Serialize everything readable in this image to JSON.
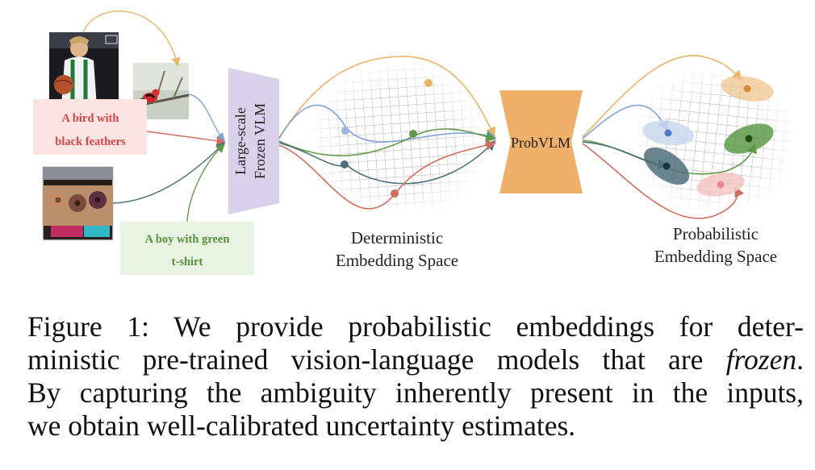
{
  "inputs": {
    "caption_bird": [
      "A bird with",
      "black feathers"
    ],
    "caption_boy": [
      "A boy with green",
      "t-shirt"
    ]
  },
  "encoder_label": [
    "Large-scale",
    "Frozen VLM"
  ],
  "prob_module_label": "ProbVLM",
  "deterministic_space_label": [
    "Deterministic",
    "Embedding Space"
  ],
  "probabilistic_space_label": [
    "Probabilistic",
    "Embedding Space"
  ],
  "caption": {
    "line1": "Figure 1:  We provide probabilistic embeddings for deter-",
    "line2_before": "ministic pre-trained vision-language models that are ",
    "line2_em": "frozen",
    "line2_after": ".",
    "line3": "By capturing the ambiguity inherently present in the inputs,",
    "line4": "we obtain well-calibrated uncertainty estimates."
  },
  "colors": {
    "orange": "#e9b463",
    "blue": "#7ea3d6",
    "green": "#5f9a4b",
    "teal": "#4a7078",
    "red": "#cf6e5c",
    "vlm_fill": "#d9d2ea",
    "prob_fill": "#efb06c",
    "bird_box": "#fbe4e2",
    "boy_box": "#e8f3e2"
  }
}
